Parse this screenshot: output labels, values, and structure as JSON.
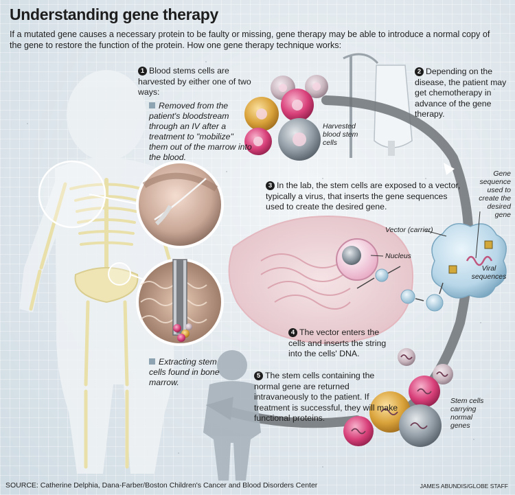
{
  "title": "Understanding gene therapy",
  "intro": "If a mutated gene causes a necessary protein to be faulty or missing, gene therapy may be able to introduce a normal copy of the gene to restore the function of the protein. How one gene therapy technique works:",
  "steps": [
    {
      "num": "1",
      "text": "Blood stems cells are harvested by either one of two ways:"
    },
    {
      "num": "2",
      "text": "Depending on the disease, the patient may get chemotherapy in advance of the gene therapy."
    },
    {
      "num": "3",
      "text": "In the lab, the stem cells are exposed to a vector, typically a virus, that inserts the gene sequences used to create the desired gene."
    },
    {
      "num": "4",
      "text": "The vector enters the cells and inserts the string into the cells' DNA."
    },
    {
      "num": "5",
      "text": "The stem cells containing the normal gene are returned intravaneously to the patient. If treatment is successful, they will make functional proteins."
    }
  ],
  "methods": {
    "iv": "Removed from the patient's bloodstream through an IV after a treatment to \"mobilize\" them out of the marrow into the blood.",
    "marrow": "Extracting stem cells found in bone marrow."
  },
  "labels": {
    "harvested": "Harvested blood stem cells",
    "gene_sequence": "Gene sequence used to create the desired gene",
    "vector": "Vector (carrier)",
    "nucleus": "Nucleus",
    "viral": "Viral sequences",
    "stem_normal": "Stem cells carrying normal genes"
  },
  "footer": {
    "source": "SOURCE: Catherine Delphia, Dana-Farber/Boston Children's Cancer and Blood Disorders Center",
    "credit": "JAMES ABUNDIS/GLOBE STAFF"
  },
  "colors": {
    "cell_gold": "#d9a23a",
    "cell_pink": "#d8407a",
    "cell_grey": "#8f9aa3",
    "cell_light": "#c9b6bf",
    "vector_blue": "#b7d6e8",
    "arrow_grey": "#6f7378"
  }
}
